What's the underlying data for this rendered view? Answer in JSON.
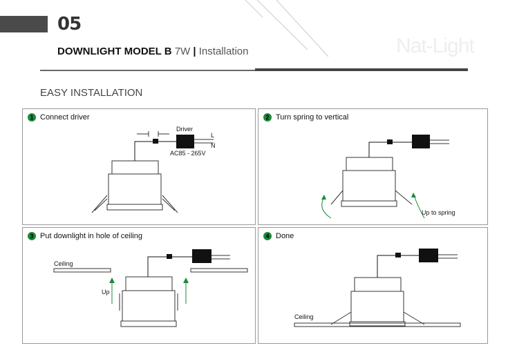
{
  "header": {
    "page_number": "05",
    "title_bold": "DOWNLIGHT MODEL B",
    "title_watt": "7W",
    "title_sep": "|",
    "title_sub": "Installation",
    "logo": "Nat-Light"
  },
  "section": "EASY INSTALLATION",
  "steps": [
    {
      "n": "1",
      "label": "Connect driver",
      "driver": "Driver",
      "voltage": "AC85 - 265V",
      "l": "L",
      "n_label": "N"
    },
    {
      "n": "2",
      "label": "Turn spring to vertical",
      "note": "Up to spring"
    },
    {
      "n": "3",
      "label": "Put downlight in hole of ceiling",
      "ceiling": "Ceiling",
      "up": "Up"
    },
    {
      "n": "4",
      "label": "Done",
      "ceiling": "Ceiling"
    }
  ],
  "colors": {
    "badge": "#1a8a3a",
    "arrow": "#1a8a3a"
  }
}
